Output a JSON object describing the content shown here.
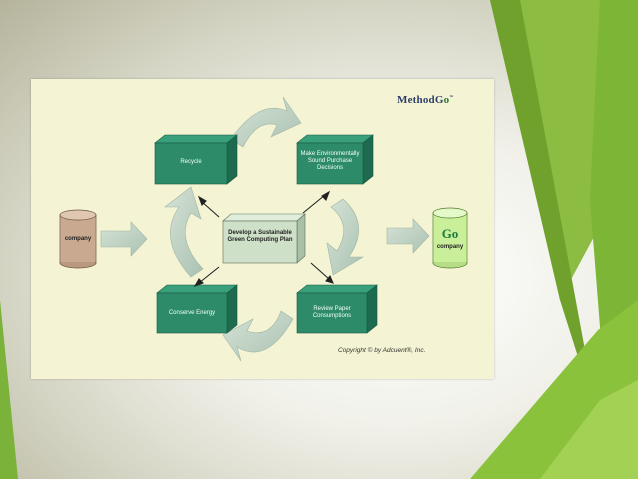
{
  "diagram": {
    "logo_text": "MethodG",
    "logo_mark": "o",
    "logo_tm": "™",
    "center_box": "Develop a Sustainable Green Computing Plan",
    "boxes": {
      "recycle": "Recycle",
      "make_decisions": "Make Environmentally Sound Purchase Decisions",
      "conserve_energy": "Conserve Energy",
      "review_paper": "Review Paper Consumptions"
    },
    "input_cylinder": "company",
    "output_cylinder": "company",
    "output_logo": "Go",
    "copyright": "Copyright © by Adcuent®, Inc."
  },
  "colors": {
    "box_front": "#2e8b6a",
    "box_top": "#3aa07c",
    "box_side": "#1e6a4f",
    "center_box": "#cfe0c8",
    "arrow_fill": "#bfd3c4",
    "cylinder_brown": "#c9aa90",
    "cylinder_green": "#c9ef9a",
    "panel_bg": "#f4f3d3"
  }
}
